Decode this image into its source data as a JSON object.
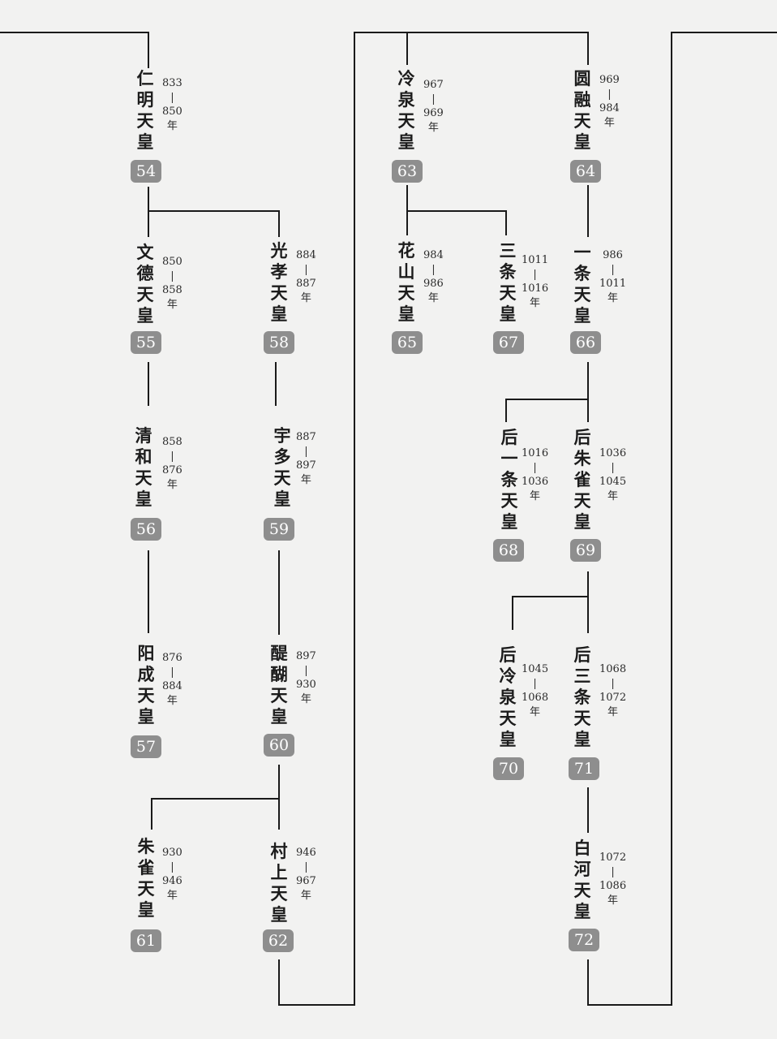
{
  "emperors": [
    {
      "id": "54",
      "name": "仁明天皇",
      "years": "833\n|\n850\n年"
    },
    {
      "id": "55",
      "name": "文德天皇",
      "years": "850\n|\n858\n年"
    },
    {
      "id": "56",
      "name": "清和天皇",
      "years": "858\n|\n876\n年"
    },
    {
      "id": "57",
      "name": "阳成天皇",
      "years": "876\n|\n884\n年"
    },
    {
      "id": "58",
      "name": "光孝天皇",
      "years": "884\n|\n887\n年"
    },
    {
      "id": "59",
      "name": "宇多天皇",
      "years": "887\n|\n897\n年"
    },
    {
      "id": "60",
      "name": "醍醐天皇",
      "years": "897\n|\n930\n年"
    },
    {
      "id": "61",
      "name": "朱雀天皇",
      "years": "930\n|\n946\n年"
    },
    {
      "id": "62",
      "name": "村上天皇",
      "years": "946\n|\n967\n年"
    },
    {
      "id": "63",
      "name": "冷泉天皇",
      "years": "967\n|\n969\n年"
    },
    {
      "id": "64",
      "name": "圆融天皇",
      "years": "969\n|\n984\n年"
    },
    {
      "id": "65",
      "name": "花山天皇",
      "years": "984\n|\n986\n年"
    },
    {
      "id": "67",
      "name": "三条天皇",
      "years": "1011\n|\n1016\n年"
    },
    {
      "id": "66",
      "name": "一条天皇",
      "years": "986\n|\n1011\n年"
    },
    {
      "id": "68",
      "name": "后一条天皇",
      "years": "1016\n|\n1036\n年"
    },
    {
      "id": "69",
      "name": "后朱雀天皇",
      "years": "1036\n|\n1045\n年"
    },
    {
      "id": "70",
      "name": "后冷泉天皇",
      "years": "1045\n|\n1068\n年"
    },
    {
      "id": "71",
      "name": "后三条天皇",
      "years": "1068\n|\n1072\n年"
    },
    {
      "id": "72",
      "name": "白河天皇",
      "years": "1072\n|\n1086\n年"
    }
  ]
}
